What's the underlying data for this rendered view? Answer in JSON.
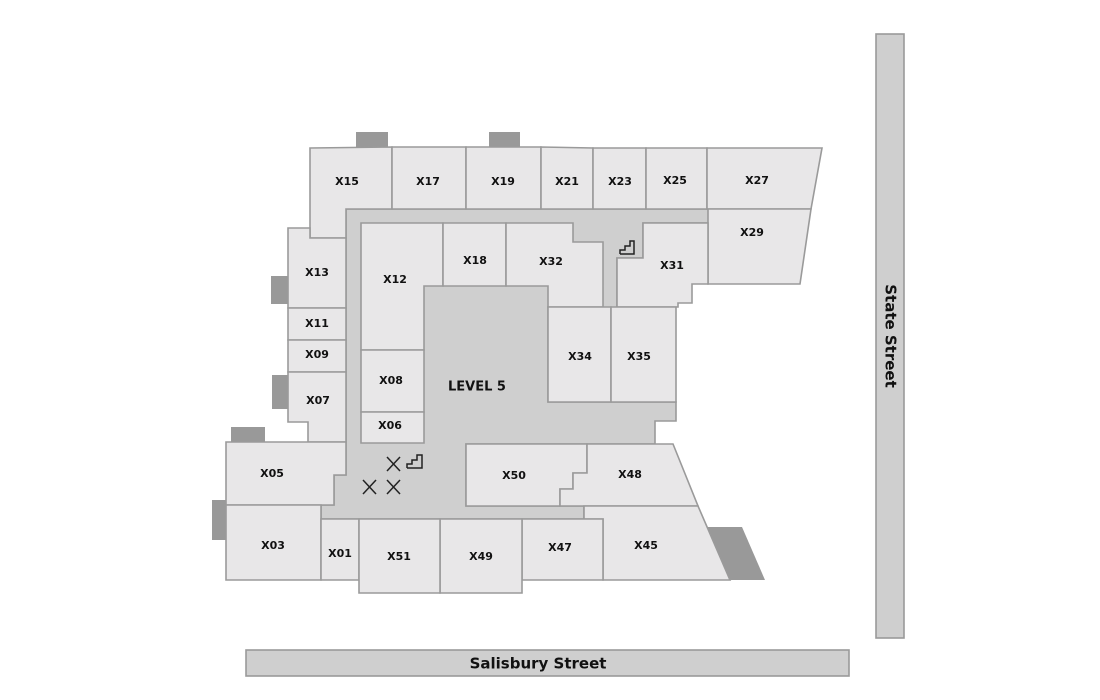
{
  "map": {
    "level_label": "LEVEL 5",
    "streets": {
      "east": "State Street",
      "south": "Salisbury Street"
    },
    "colors": {
      "unit_fill": "#e8e7e8",
      "common_fill": "#cfcfcf",
      "entrance_fill": "#999999",
      "outline": "#9a9a9a",
      "label": "#111111"
    },
    "units": {
      "X01": "X01",
      "X03": "X03",
      "X05": "X05",
      "X06": "X06",
      "X07": "X07",
      "X08": "X08",
      "X09": "X09",
      "X11": "X11",
      "X12": "X12",
      "X13": "X13",
      "X15": "X15",
      "X17": "X17",
      "X18": "X18",
      "X19": "X19",
      "X21": "X21",
      "X23": "X23",
      "X25": "X25",
      "X27": "X27",
      "X29": "X29",
      "X31": "X31",
      "X32": "X32",
      "X34": "X34",
      "X35": "X35",
      "X45": "X45",
      "X47": "X47",
      "X48": "X48",
      "X49": "X49",
      "X50": "X50",
      "X51": "X51"
    },
    "icons": [
      "stairs-icon",
      "stairs-icon",
      "elevator-icon",
      "elevator-icon",
      "elevator-icon"
    ]
  }
}
